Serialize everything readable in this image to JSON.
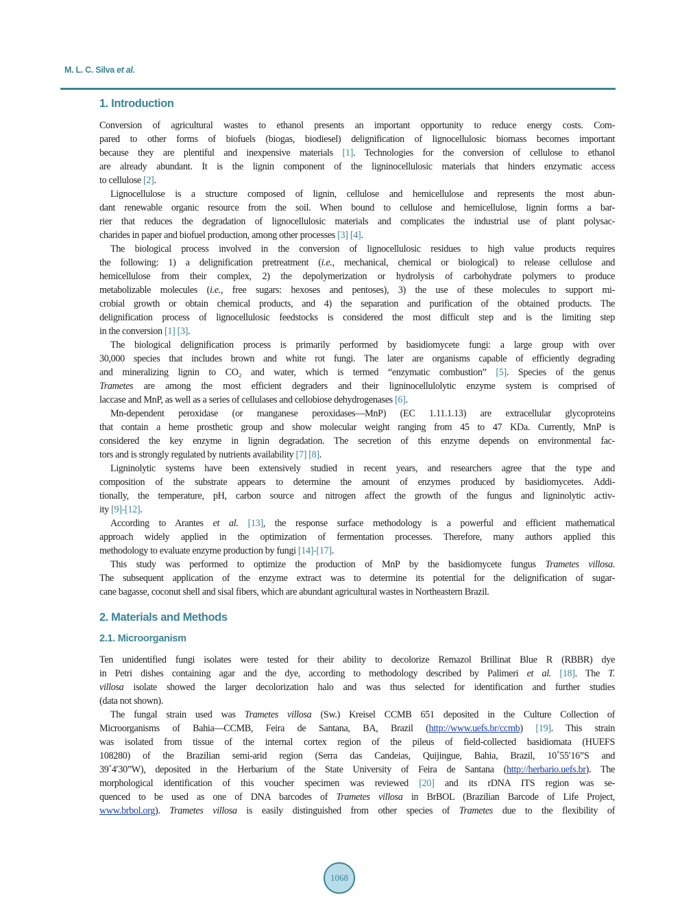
{
  "header": {
    "authors": "M. L. C. Silva",
    "etal": "et al."
  },
  "sections": {
    "intro_title": "1. Introduction",
    "methods_title": "2. Materials and Methods",
    "micro_title": "2.1. Microorganism"
  },
  "intro_lines": [
    [
      "Conversion of agricultural wastes to ethanol presents an important opportunity to reduce energy costs. Com-"
    ],
    [
      "pared to other forms of biofuels (biogas, biodiesel) delignification of lignocellulosic biomass becomes important"
    ],
    [
      "because they are plentiful and inexpensive materials ",
      "[1]",
      ". Technologies for the conversion of cellulose to ethanol"
    ],
    [
      "are already abundant. It is the lignin component of the ligninocellulosic materials that hinders enzymatic access"
    ],
    [
      "to cellulose ",
      "[2]",
      "."
    ],
    [
      "Lignocellulose is a structure composed of lignin, cellulose and hemicellulose and represents the most abun-"
    ],
    [
      "dant renewable organic resource from the soil. When bound to cellulose and hemicellulose, lignin forms a bar-"
    ],
    [
      "rier that reduces the degradation of lignocellulosic materials and complicates the industrial use of plant polysac-"
    ],
    [
      "charides in paper and biofuel production, among other processes ",
      "[3] [4]",
      "."
    ],
    [
      "The biological process involved in the conversion of lignocellulosic residues to high value products requires"
    ],
    [
      "the following: 1) a delignification pretreatment (i.e., mechanical, chemical or biological) to release cellulose and"
    ],
    [
      "hemicellulose from their complex, 2) the depolymerization or hydrolysis of carbohydrate polymers to produce"
    ],
    [
      "metabolizable molecules (i.e., free sugars: hexoses and pentoses), 3) the use of these molecules to support mi-"
    ],
    [
      "crobial growth or obtain chemical products, and 4) the separation and purification of the obtained products. The"
    ],
    [
      "delignification process of lignocellulosic feedstocks is considered the most difficult step and is the limiting step"
    ],
    [
      "in the conversion ",
      "[1] [3]",
      "."
    ],
    [
      "The biological delignification process is primarily performed by basidiomycete fungi: a large group with over"
    ],
    [
      "30,000 species that includes brown and white rot fungi. The later are organisms capable of efficiently degrading"
    ],
    [
      "and mineralizing lignin to CO₂ and water, which is termed “enzymatic combustion” ",
      "[5]",
      ". Species of the genus"
    ],
    [
      "Trametes are among the most efficient degraders and their ligninocellulolytic enzyme system is comprised of"
    ],
    [
      "laccase and MnP, as well as a series of cellulases and cellobiose dehydrogenases ",
      "[6]",
      "."
    ],
    [
      "Mn-dependent peroxidase (or manganese peroxidases—MnP) (EC 1.11.1.13) are extracellular glycoproteins"
    ],
    [
      "that contain a heme prosthetic group and show molecular weight ranging from 45 to 47 KDa. Currently, MnP is"
    ],
    [
      "considered the key enzyme in lignin degradation. The secretion of this enzyme depends on environmental fac-"
    ],
    [
      "tors and is strongly regulated by nutrients availability ",
      "[7] [8]",
      "."
    ],
    [
      "Ligninolytic systems have been extensively studied in recent years, and researchers agree that the type and"
    ],
    [
      "composition of the substrate appears to determine the amount of enzymes produced by basidiomycetes. Addi-"
    ],
    [
      "tionally, the temperature, pH, carbon source and nitrogen affect the growth of the fungus and ligninolytic activ-"
    ],
    [
      "ity ",
      "[9]-[12]",
      "."
    ],
    [
      "According to Arantes et al. ",
      "[13]",
      ", the response surface methodology is a powerful and efficient mathematical"
    ],
    [
      "approach widely applied in the optimization of fermentation processes. Therefore, many authors applied this"
    ],
    [
      "methodology to evaluate enzyme production by fungi ",
      "[14]-[17]",
      "."
    ],
    [
      "This study was performed to optimize the production of MnP by the basidiomycete fungus Trametes villosa."
    ],
    [
      "The subsequent application of the enzyme extract was to determine its potential for the delignification of sugar-"
    ],
    [
      "cane bagasse, coconut shell and sisal fibers, which are abundant agricultural wastes in Northeastern Brazil."
    ]
  ],
  "micro_lines": [
    [
      "Ten unidentified fungi isolates were tested for their ability to decolorize Remazol Brillinat Blue R (RBBR) dye"
    ],
    [
      "in Petri dishes containing agar and the dye, according to methodology described by Palimeri et al. ",
      "[18]",
      ". The T."
    ],
    [
      "villosa isolate showed the larger decolorization halo and was thus selected for identification and further studies"
    ],
    [
      "(data not shown)."
    ],
    [
      "The fungal strain used was Trametes villosa (Sw.) Kreisel CCMB 651 deposited in the Culture Collection of"
    ],
    [
      "Microorganisms of Bahia—CCMB, Feira de Santana, BA, Brazil (",
      "http://www.uefs.br/ccmb",
      ") ",
      "[19]",
      ". This strain"
    ],
    [
      "was isolated from tissue of the internal cortex region of the pileus of field-collected basidiomata (HUEFS"
    ],
    [
      "108280) of the Brazilian semi-arid region (Serra das Candeias, Quijingue, Bahia, Brazil, 10˚55ʹ16”S and"
    ],
    [
      "39˚4ʹ30”W), deposited in the Herbarium of the State University of Feira de Santana (",
      "http://herbario.uefs.br",
      "). The"
    ],
    [
      "morphological identification of this voucher specimen was reviewed ",
      "[20]",
      " and its rDNA ITS region was se-"
    ],
    [
      "quenced to be used as one of DNA barcodes of Trametes villosa in BrBOL (Brazilian Barcode of Life Project,"
    ],
    [
      "www.brbol.org",
      "). Trametes villosa is easily distinguished from other species of Trametes due to the flexibility of"
    ]
  ],
  "footer": {
    "page_number": "1068"
  },
  "colors": {
    "accent": "#3a8497",
    "badge_fill": "#b8dde8",
    "link": "#1a3ea8"
  }
}
